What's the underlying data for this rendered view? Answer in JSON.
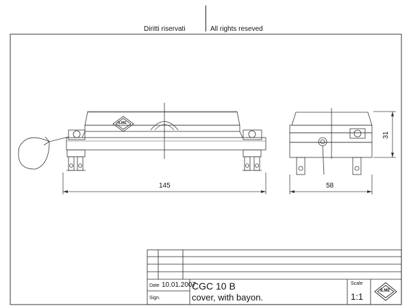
{
  "header": {
    "rights_it": "Diritti riservati",
    "rights_en": "All rights reseved"
  },
  "drawing": {
    "dim_length": "145",
    "dim_width": "58",
    "dim_height": "31"
  },
  "title_block": {
    "date_label": "Date",
    "date_value": "10.01.2007",
    "sign_label": "Sign.",
    "product_code": "CGC 10 B",
    "description": "cover, with bayon.",
    "scale_label": "Scale",
    "scale_value": "1:1",
    "logo_text": "ILME"
  }
}
